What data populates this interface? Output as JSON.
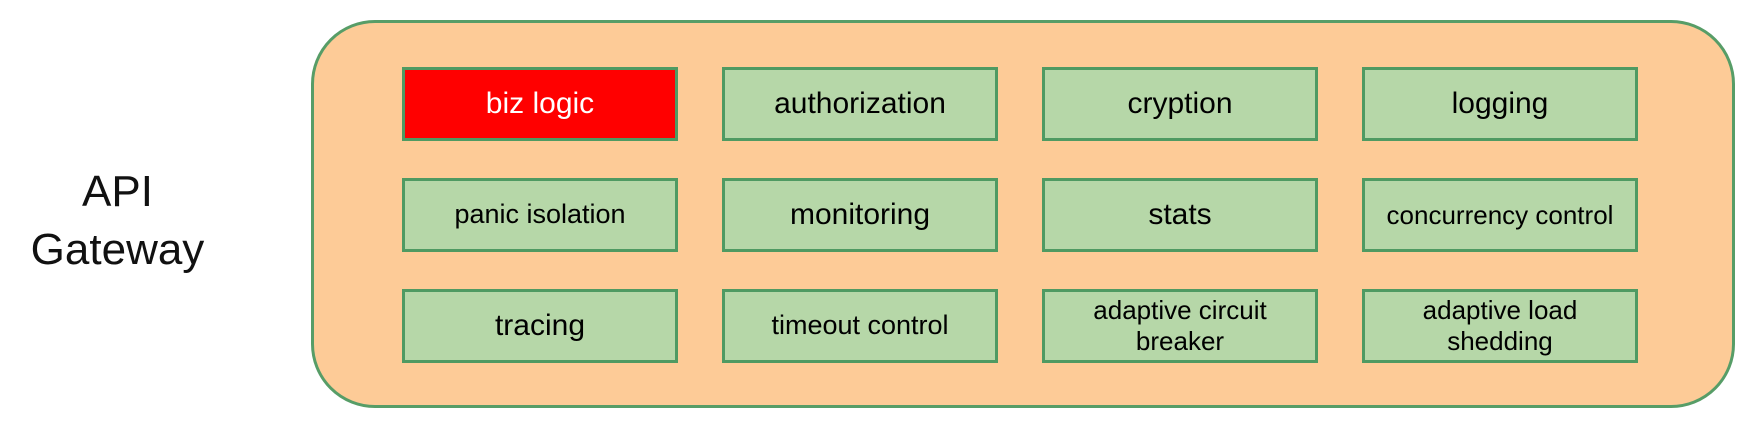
{
  "title": {
    "line1": "API",
    "line2": "Gateway"
  },
  "colors": {
    "container_fill": "#FDCB97",
    "container_border": "#579D67",
    "box_fill": "#B6D7A8",
    "box_border": "#4F9A62",
    "highlight_fill": "#FF0000",
    "highlight_text": "#FFFFFF",
    "text": "#000000"
  },
  "gateway": {
    "modules": [
      {
        "label": "biz logic",
        "highlighted": true
      },
      {
        "label": "authorization",
        "highlighted": false
      },
      {
        "label": "cryption",
        "highlighted": false
      },
      {
        "label": "logging",
        "highlighted": false
      },
      {
        "label": "panic isolation",
        "highlighted": false
      },
      {
        "label": "monitoring",
        "highlighted": false
      },
      {
        "label": "stats",
        "highlighted": false
      },
      {
        "label": "concurrency control",
        "highlighted": false
      },
      {
        "label": "tracing",
        "highlighted": false
      },
      {
        "label": "timeout control",
        "highlighted": false
      },
      {
        "label": "adaptive circuit breaker",
        "highlighted": false
      },
      {
        "label": "adaptive load shedding",
        "highlighted": false
      }
    ]
  }
}
